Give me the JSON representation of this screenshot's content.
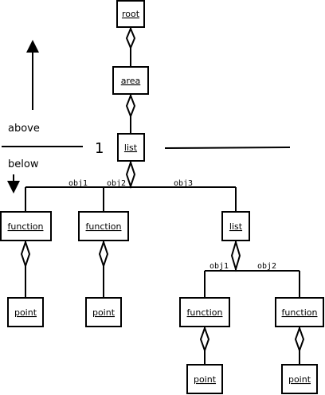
{
  "nodes": {
    "root": "root",
    "area": "area",
    "list_top": "list",
    "function_1": "function",
    "function_2": "function",
    "list_child": "list",
    "point_1": "point",
    "point_2": "point",
    "function_3": "function",
    "function_4": "function",
    "point_3": "point",
    "point_4": "point"
  },
  "edge_labels": {
    "obj1_top": "obj1",
    "obj2_top": "obj2",
    "obj3_top": "obj3",
    "obj1_child": "obj1",
    "obj2_child": "obj2"
  },
  "annotations": {
    "above": "above",
    "below": "below",
    "level": "1"
  },
  "colors": {
    "line": "#000000",
    "background": "#ffffff"
  }
}
